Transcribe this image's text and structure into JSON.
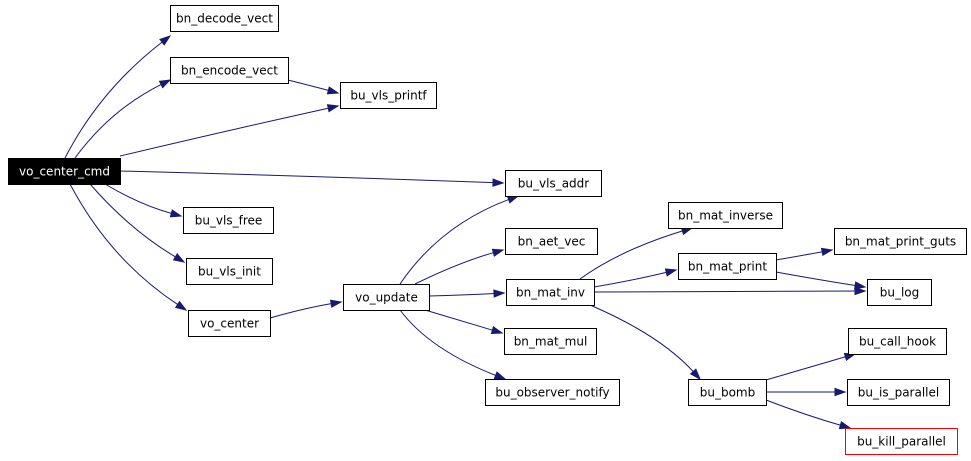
{
  "colors": {
    "edge": "#191970",
    "root_fill": "#000000",
    "root_text": "#ffffff",
    "highlight_border": "#ff0000"
  },
  "nodes": [
    {
      "id": "vo_center_cmd",
      "label": "vo_center_cmd",
      "style": "root"
    },
    {
      "id": "bn_decode_vect",
      "label": "bn_decode_vect"
    },
    {
      "id": "bn_encode_vect",
      "label": "bn_encode_vect"
    },
    {
      "id": "bu_vls_printf",
      "label": "bu_vls_printf"
    },
    {
      "id": "bu_vls_addr",
      "label": "bu_vls_addr"
    },
    {
      "id": "bu_vls_free",
      "label": "bu_vls_free"
    },
    {
      "id": "bu_vls_init",
      "label": "bu_vls_init"
    },
    {
      "id": "vo_center",
      "label": "vo_center"
    },
    {
      "id": "vo_update",
      "label": "vo_update"
    },
    {
      "id": "bn_aet_vec",
      "label": "bn_aet_vec"
    },
    {
      "id": "bn_mat_inv",
      "label": "bn_mat_inv"
    },
    {
      "id": "bn_mat_mul",
      "label": "bn_mat_mul"
    },
    {
      "id": "bu_observer_notify",
      "label": "bu_observer_notify"
    },
    {
      "id": "bn_mat_inverse",
      "label": "bn_mat_inverse"
    },
    {
      "id": "bn_mat_print",
      "label": "bn_mat_print"
    },
    {
      "id": "bn_mat_print_guts",
      "label": "bn_mat_print_guts"
    },
    {
      "id": "bu_log",
      "label": "bu_log"
    },
    {
      "id": "bu_bomb",
      "label": "bu_bomb"
    },
    {
      "id": "bu_call_hook",
      "label": "bu_call_hook"
    },
    {
      "id": "bu_is_parallel",
      "label": "bu_is_parallel"
    },
    {
      "id": "bu_kill_parallel",
      "label": "bu_kill_parallel",
      "style": "warn"
    }
  ],
  "edges": [
    {
      "from": "vo_center_cmd",
      "to": "bn_decode_vect"
    },
    {
      "from": "vo_center_cmd",
      "to": "bn_encode_vect"
    },
    {
      "from": "vo_center_cmd",
      "to": "bu_vls_printf"
    },
    {
      "from": "vo_center_cmd",
      "to": "bu_vls_addr"
    },
    {
      "from": "vo_center_cmd",
      "to": "bu_vls_free"
    },
    {
      "from": "vo_center_cmd",
      "to": "bu_vls_init"
    },
    {
      "from": "vo_center_cmd",
      "to": "vo_center"
    },
    {
      "from": "bn_encode_vect",
      "to": "bu_vls_printf"
    },
    {
      "from": "vo_center",
      "to": "vo_update"
    },
    {
      "from": "vo_update",
      "to": "bu_vls_addr"
    },
    {
      "from": "vo_update",
      "to": "bn_aet_vec"
    },
    {
      "from": "vo_update",
      "to": "bn_mat_inv"
    },
    {
      "from": "vo_update",
      "to": "bn_mat_mul"
    },
    {
      "from": "vo_update",
      "to": "bu_observer_notify"
    },
    {
      "from": "bn_mat_inv",
      "to": "bn_mat_inverse"
    },
    {
      "from": "bn_mat_inv",
      "to": "bn_mat_print"
    },
    {
      "from": "bn_mat_inv",
      "to": "bu_log"
    },
    {
      "from": "bn_mat_inv",
      "to": "bu_bomb"
    },
    {
      "from": "bn_mat_print",
      "to": "bn_mat_print_guts"
    },
    {
      "from": "bn_mat_print",
      "to": "bu_log"
    },
    {
      "from": "bu_bomb",
      "to": "bu_call_hook"
    },
    {
      "from": "bu_bomb",
      "to": "bu_is_parallel"
    },
    {
      "from": "bu_bomb",
      "to": "bu_kill_parallel"
    }
  ]
}
